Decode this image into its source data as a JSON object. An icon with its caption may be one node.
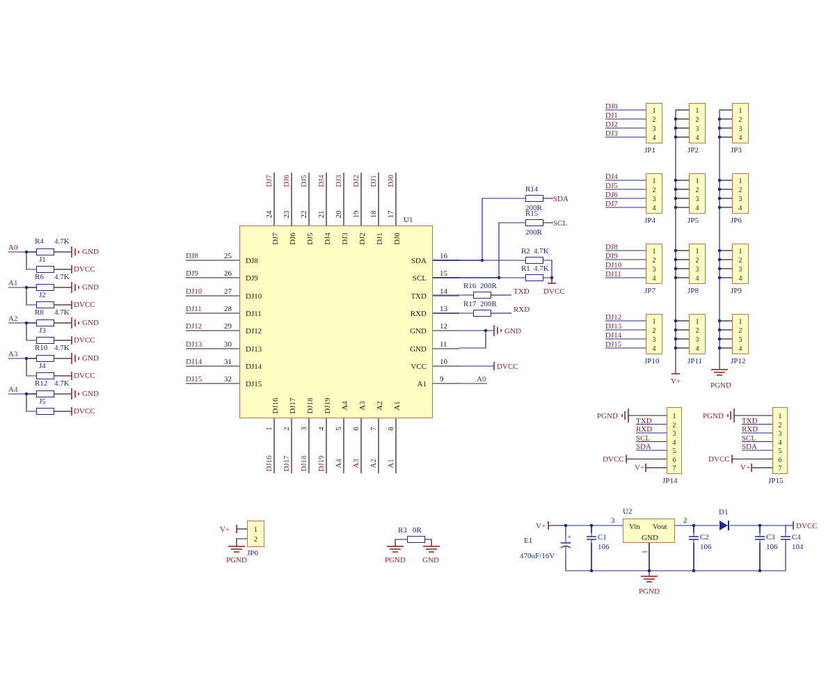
{
  "diagram": {
    "nodes": [
      {
        "text": [
          "DJ7",
          "DJ6",
          "DJ5",
          "DJ4",
          "DJ3",
          "DJ2",
          "DJ1",
          "DJ0",
          "DJ8",
          "DJ9",
          "DJ10",
          "DJ11",
          "DJ12",
          "DJ13",
          "DJ14",
          "DJ15",
          "SDA",
          "SCL",
          "TXD",
          "RXD",
          "GND",
          "GND",
          "VCC",
          "A1",
          "DJ16",
          "DJ17",
          "DJ18",
          "DJ19",
          "A4",
          "A3",
          "A2",
          "A1"
        ],
        "beside": [
          "U1"
        ]
      },
      {
        "text": [],
        "shape": "box",
        "beside": [
          "R4",
          "4.7K"
        ]
      },
      {
        "text": [],
        "shape": "box",
        "beside": [
          "J1"
        ]
      },
      {
        "text": [],
        "shape": "box",
        "beside": [
          "R6",
          "4.7K"
        ]
      },
      {
        "text": [],
        "shape": "box",
        "beside": [
          "J2"
        ]
      },
      {
        "text": [],
        "shape": "box",
        "beside": [
          "R8",
          "4.7K"
        ]
      },
      {
        "text": [],
        "shape": "box",
        "beside": [
          "J3"
        ]
      },
      {
        "text": [],
        "shape": "box",
        "beside": [
          "R10",
          "4.7K"
        ]
      },
      {
        "text": [],
        "shape": "box",
        "beside": [
          "J4"
        ]
      },
      {
        "text": [],
        "shape": "box",
        "beside": [
          "R12",
          "4.7K"
        ]
      },
      {
        "text": [],
        "shape": "box",
        "beside": [
          "J5"
        ]
      },
      {
        "text": [],
        "shape": "box",
        "beside": [
          "R14",
          "200R"
        ]
      },
      {
        "text": [],
        "shape": "box",
        "beside": [
          "R15",
          "200R"
        ]
      },
      {
        "text": [],
        "shape": "box",
        "beside": [
          "R2",
          "4.7K"
        ]
      },
      {
        "text": [],
        "shape": "box",
        "beside": [
          "R1",
          "4.7K"
        ]
      },
      {
        "text": [],
        "shape": "box",
        "beside": [
          "R16",
          "200R"
        ]
      },
      {
        "text": [],
        "shape": "box",
        "beside": [
          "R17",
          "200R"
        ]
      },
      {
        "text": [
          "1",
          "2",
          "3",
          "4"
        ],
        "beside": [
          "JP1"
        ]
      },
      {
        "text": [
          "1",
          "2",
          "3",
          "4"
        ],
        "beside": [
          "JP2"
        ]
      },
      {
        "text": [
          "1",
          "2",
          "3",
          "4"
        ],
        "beside": [
          "JP3"
        ]
      },
      {
        "text": [
          "1",
          "2",
          "3",
          "4"
        ],
        "beside": [
          "JP4"
        ]
      },
      {
        "text": [
          "1",
          "2",
          "3",
          "4"
        ],
        "beside": [
          "JP5"
        ]
      },
      {
        "text": [
          "1",
          "2",
          "3",
          "4"
        ],
        "beside": [
          "JP6"
        ]
      },
      {
        "text": [
          "1",
          "2",
          "3",
          "4"
        ],
        "beside": [
          "JP7"
        ]
      },
      {
        "text": [
          "1",
          "2",
          "3",
          "4"
        ],
        "beside": [
          "JP8"
        ]
      },
      {
        "text": [
          "1",
          "2",
          "3",
          "4"
        ],
        "beside": [
          "JP9"
        ]
      },
      {
        "text": [
          "1",
          "2",
          "3",
          "4"
        ],
        "beside": [
          "JP10"
        ]
      },
      {
        "text": [
          "1",
          "2",
          "3",
          "4"
        ],
        "beside": [
          "JP11"
        ]
      },
      {
        "text": [
          "1",
          "2",
          "3",
          "4"
        ],
        "beside": [
          "JP12"
        ]
      },
      {
        "text": [
          "1",
          "2",
          "3",
          "4",
          "5",
          "6",
          "7"
        ],
        "beside": [
          "JP14"
        ]
      },
      {
        "text": [
          "1",
          "2",
          "3",
          "4",
          "5",
          "6",
          "7"
        ],
        "beside": [
          "JP15"
        ]
      },
      {
        "text": [
          "1",
          "2"
        ],
        "beside": [
          "JP0"
        ]
      },
      {
        "text": [],
        "shape": "box",
        "beside": [
          "R3",
          "0R"
        ]
      },
      {
        "text": [
          "Vin",
          "Vout",
          "GND"
        ],
        "beside": [
          "U2"
        ]
      },
      {
        "text": [],
        "shape": "capacitor",
        "beside": [
          "E1",
          "470uF/16V"
        ]
      },
      {
        "text": [],
        "shape": "capacitor",
        "beside": [
          "C1",
          "106"
        ]
      },
      {
        "text": [],
        "shape": "capacitor",
        "beside": [
          "C2",
          "106"
        ]
      },
      {
        "text": [],
        "shape": "diode",
        "beside": [
          "D1"
        ]
      },
      {
        "text": [],
        "shape": "capacitor",
        "beside": [
          "C3",
          "106"
        ]
      },
      {
        "text": [],
        "shape": "capacitor",
        "beside": [
          "C4",
          "104"
        ]
      }
    ],
    "edges": [
      {
        "from": 0,
        "to": 11,
        "arrow": "none"
      },
      {
        "from": 0,
        "to": 13,
        "arrow": "none"
      },
      {
        "from": 0,
        "to": 12,
        "arrow": "none"
      },
      {
        "from": 0,
        "to": 14,
        "arrow": "none"
      },
      {
        "from": 0,
        "to": 15,
        "arrow": "none"
      },
      {
        "from": 0,
        "to": 16,
        "arrow": "none"
      },
      {
        "from": 13,
        "to": 14,
        "arrow": "none"
      },
      {
        "from": 1,
        "to": 2,
        "arrow": "none"
      },
      {
        "from": 3,
        "to": 4,
        "arrow": "none"
      },
      {
        "from": 5,
        "to": 6,
        "arrow": "none"
      },
      {
        "from": 7,
        "to": 8,
        "arrow": "none"
      },
      {
        "from": 9,
        "to": 10,
        "arrow": "none"
      },
      {
        "from": 34,
        "to": 35,
        "arrow": "none"
      },
      {
        "from": 35,
        "to": 33,
        "arrow": "none"
      },
      {
        "from": 33,
        "to": 36,
        "arrow": "none"
      },
      {
        "from": 36,
        "to": 37,
        "arrow": "none"
      },
      {
        "from": 37,
        "to": 38,
        "arrow": "none"
      },
      {
        "from": 38,
        "to": 39,
        "arrow": "none"
      },
      {
        "from": 34,
        "to": 35,
        "arrow": "none"
      },
      {
        "from": 35,
        "to": 33,
        "arrow": "none"
      },
      {
        "from": 33,
        "to": 36,
        "arrow": "none"
      },
      {
        "from": 36,
        "to": 38,
        "arrow": "none"
      },
      {
        "from": 38,
        "to": 39,
        "arrow": "none"
      }
    ],
    "labels": [
      "A0",
      "GND",
      "DVCC",
      "A1",
      "GND",
      "DVCC",
      "A2",
      "GND",
      "DVCC",
      "A3",
      "GND",
      "DVCC",
      "A4",
      "GND",
      "DVCC",
      "DJ7",
      "DJ6",
      "DJ5",
      "DJ4",
      "DJ3",
      "DJ2",
      "DJ1",
      "DJ0",
      "24",
      "23",
      "22",
      "21",
      "20",
      "19",
      "18",
      "17",
      "DJ8",
      "DJ9",
      "DJ10",
      "DJ11",
      "DJ12",
      "DJ13",
      "DJ14",
      "DJ15",
      "25",
      "26",
      "27",
      "28",
      "29",
      "30",
      "31",
      "32",
      "16",
      "15",
      "14",
      "13",
      "12",
      "11",
      "10",
      "9",
      "1",
      "2",
      "3",
      "4",
      "5",
      "6",
      "7",
      "8",
      "DJ16",
      "DJ17",
      "DJ18",
      "DJ19",
      "A4",
      "A3",
      "A2",
      "A1",
      "SDA",
      "SCL",
      "TXD",
      "DVCC",
      "RXD",
      "GND",
      "DVCC",
      "A0",
      "DJ0",
      "DJ1",
      "DJ2",
      "DJ3",
      "DJ4",
      "DJ5",
      "DJ6",
      "DJ7",
      "DJ8",
      "DJ9",
      "DJ10",
      "DJ11",
      "DJ12",
      "DJ13",
      "DJ14",
      "DJ15",
      "V+",
      "PGND",
      "PGND",
      "TXD",
      "RXD",
      "SCL",
      "SDA",
      "DVCC",
      "V+",
      "PGND",
      "TXD",
      "RXD",
      "SCL",
      "SDA",
      "DVCC",
      "V+",
      "V+",
      "PGND",
      "PGND",
      "GND",
      "V+",
      "3",
      "2",
      "1",
      "DVCC",
      "PGND",
      "+"
    ]
  }
}
